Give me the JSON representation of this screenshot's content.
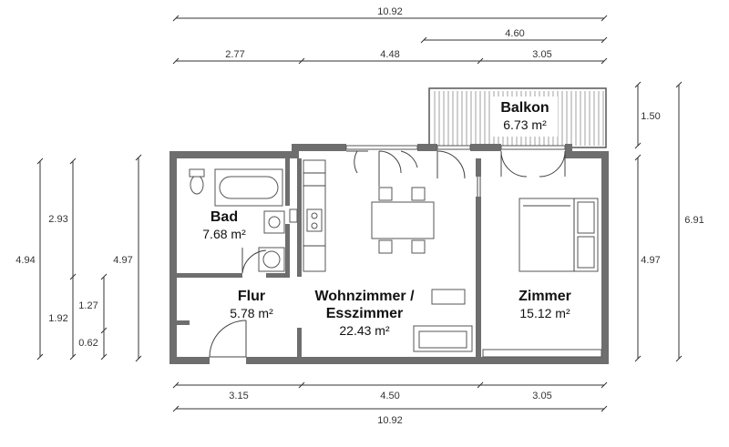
{
  "rooms": {
    "balkon": {
      "name": "Balkon",
      "area": "6.73 m²"
    },
    "bad": {
      "name": "Bad",
      "area": "7.68 m²"
    },
    "flur": {
      "name": "Flur",
      "area": "5.78 m²"
    },
    "wohn": {
      "name_line1": "Wohnzimmer /",
      "name_line2": "Esszimmer",
      "area": "22.43 m²"
    },
    "zimmer": {
      "name": "Zimmer",
      "area": "15.12 m²"
    }
  },
  "dimensions": {
    "top_total": "10.92",
    "top_balcony": "4.60",
    "top_seg1": "2.77",
    "top_seg2": "4.48",
    "top_seg3": "3.05",
    "bottom_seg1": "3.15",
    "bottom_seg2": "4.50",
    "bottom_seg3": "3.05",
    "bottom_total": "10.92",
    "left_outer": "4.94",
    "left_upper": "2.93",
    "left_lower": "1.92",
    "left_door": "1.27",
    "left_small": "0.62",
    "left_inner": "4.97",
    "right_balcony": "1.50",
    "right_inner": "4.97",
    "right_outer": "6.91"
  }
}
